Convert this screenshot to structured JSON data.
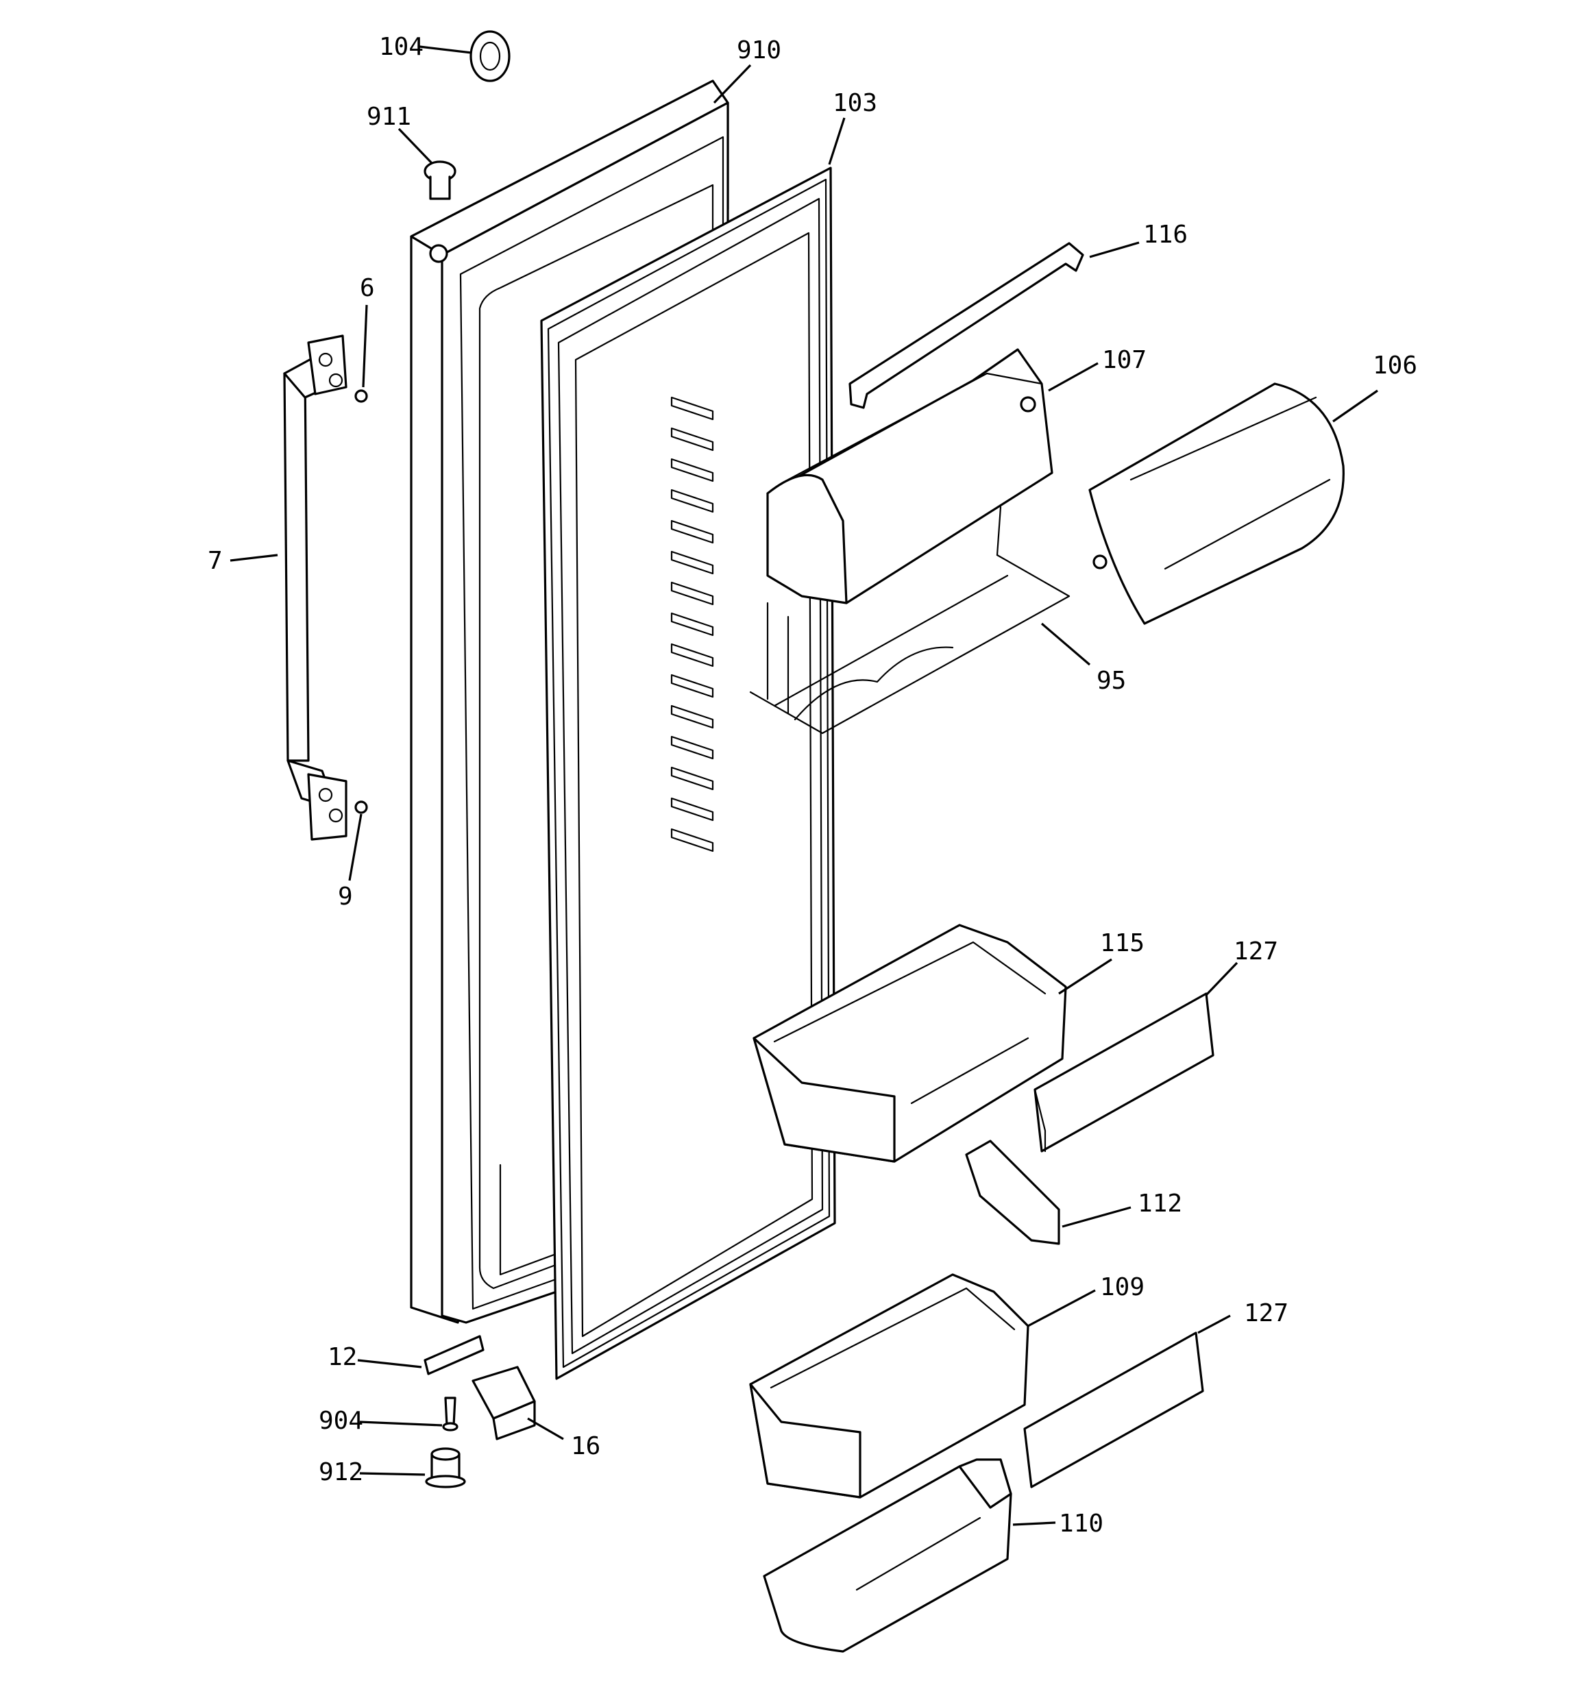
{
  "diagram": {
    "parts": [
      {
        "id": "p104",
        "callout": "104"
      },
      {
        "id": "p910",
        "callout": "910"
      },
      {
        "id": "p911",
        "callout": "911"
      },
      {
        "id": "p103",
        "callout": "103"
      },
      {
        "id": "p116",
        "callout": "116"
      },
      {
        "id": "p6",
        "callout": "6"
      },
      {
        "id": "p107",
        "callout": "107"
      },
      {
        "id": "p106",
        "callout": "106"
      },
      {
        "id": "p7",
        "callout": "7"
      },
      {
        "id": "p95",
        "callout": "95"
      },
      {
        "id": "p9",
        "callout": "9"
      },
      {
        "id": "p115",
        "callout": "115"
      },
      {
        "id": "p127a",
        "callout": "127"
      },
      {
        "id": "p112",
        "callout": "112"
      },
      {
        "id": "p109",
        "callout": "109"
      },
      {
        "id": "p127b",
        "callout": "127"
      },
      {
        "id": "p12",
        "callout": "12"
      },
      {
        "id": "p904",
        "callout": "904"
      },
      {
        "id": "p16",
        "callout": "16"
      },
      {
        "id": "p912",
        "callout": "912"
      },
      {
        "id": "p110",
        "callout": "110"
      }
    ]
  }
}
